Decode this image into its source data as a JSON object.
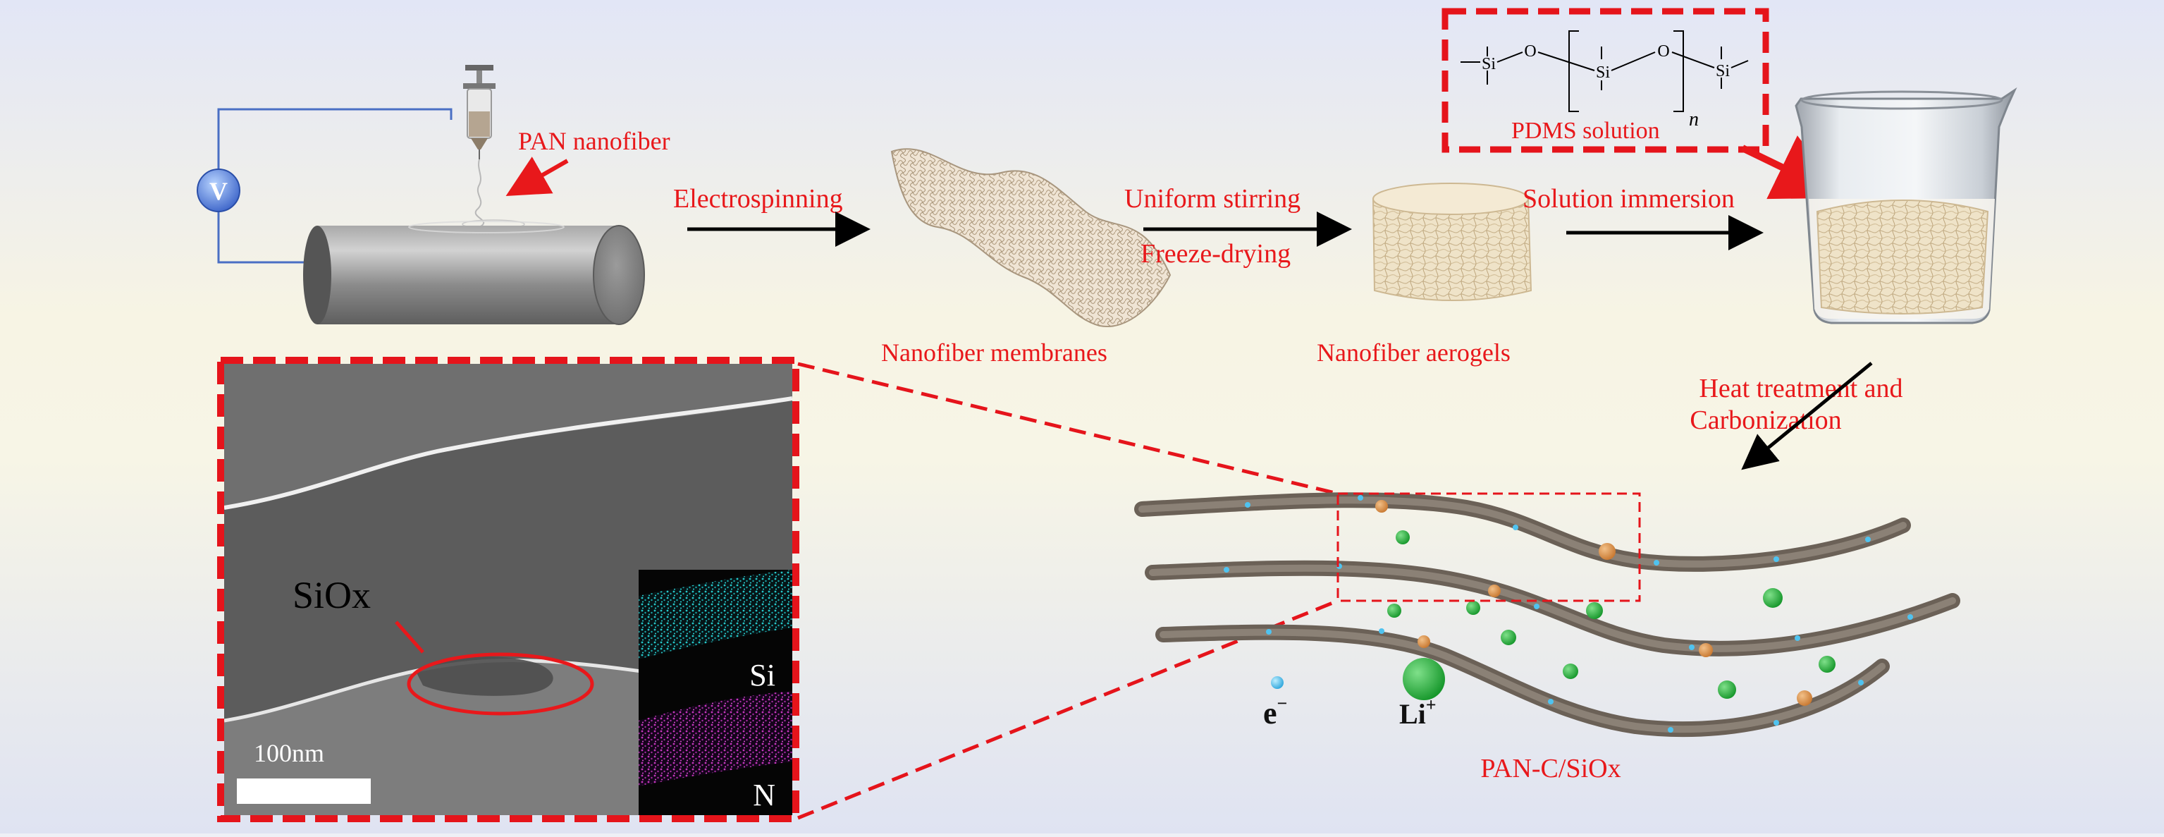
{
  "labels": {
    "pan_nanofiber": "PAN nanofiber",
    "electrospinning": "Electrospinning",
    "uniform_stirring": "Uniform stirring",
    "freeze_drying": "Freeze-drying",
    "solution_immersion": "Solution immersion",
    "nanofiber_membranes": "Nanofiber membranes",
    "nanofiber_aerogels": "Nanofiber aerogels",
    "pdms_solution": "PDMS solution",
    "heat_treatment_line1": "Heat treatment and",
    "heat_treatment_line2": "Carbonization",
    "product": "PAN-C/SiOx"
  },
  "pdms_structure": {
    "si": "Si",
    "o": "O",
    "repeat_n": "n"
  },
  "voltmeter_symbol": "V",
  "tem": {
    "siox_label": "SiOx",
    "scale_bar_label": "100nm",
    "map_si_label": "Si",
    "map_n_label": "N"
  },
  "legend": {
    "electron_label": "e",
    "electron_charge": "−",
    "lithium_label": "Li",
    "lithium_charge": "+"
  },
  "colors": {
    "label_red": "#e8181b",
    "frame_red": "#e5141b",
    "fiber": "#7a6f62",
    "electron": "#4fc3f0",
    "lithium": "#1aa832",
    "si_map": "#1fc1c4",
    "n_map": "#c030b8"
  }
}
